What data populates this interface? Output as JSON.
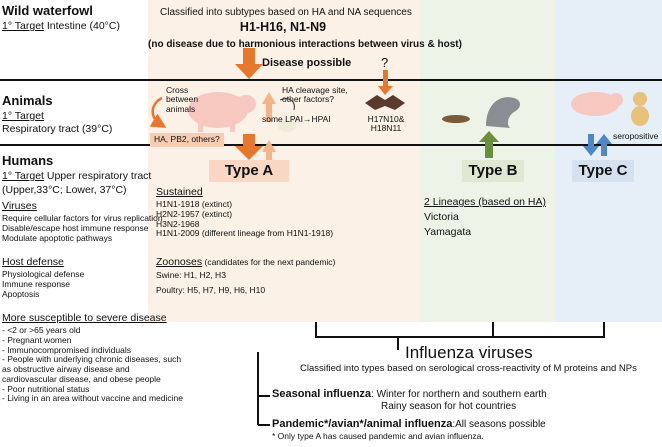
{
  "waterfowl": {
    "title": "Wild waterfowl",
    "target_prefix": "1° Target",
    "target_rest": " Intestine (40°C)",
    "classified": "Classified into subtypes based on HA and NA sequences",
    "subtypes": "H1-H16, N1-N9",
    "no_disease": "(no disease due to harmonious interactions between virus & host)"
  },
  "animals": {
    "title": "Animals",
    "target_prefix": "1° Target",
    "target_rest": "Respiratory tract (39°C)",
    "disease_possible": "Disease possible",
    "cross": "Cross between animals",
    "cleavage": "HA cleavage site, other factors?",
    "lpai": "some LPAI→HPAI",
    "orange_box": "HA, PB2, others?",
    "bat_label": "H17N10& H18N11",
    "question": "?",
    "seropositive": "seropositive"
  },
  "humans": {
    "title": "Humans",
    "target_prefix": "1° Target",
    "target_rest": " Upper respiratory tract",
    "target_rest2": "(Upper,33°C; Lower, 37°C)",
    "viruses_title": "Viruses",
    "viruses_items": [
      "Require cellular factors for virus replication",
      "Disable/escape host immune response",
      "Modulate apoptotic pathways"
    ],
    "host_title": "Host defense",
    "host_items": [
      "Physiological defense",
      "Immune response",
      "Apoptosis"
    ],
    "suscept_title": "More susceptible to severe disease",
    "suscept_items": [
      "- <2 or >65 years old",
      "- Pregnant women",
      "- Immunocompromised individuals",
      "- People with underlying chronic diseases, such",
      "as obstructive airway disease and",
      "cardiovascular disease, and obese people",
      "- Poor nutritional status",
      "- Living in an area without vaccine and medicine"
    ]
  },
  "typeA": {
    "label": "Type A",
    "sustained_title": "Sustained",
    "sustained_items": [
      "H1N1-1918 (extinct)",
      "H2N2-1957 (extinct)",
      "H3N2-1968",
      "H1N1-2009 (different lineage from H1N1-1918)"
    ],
    "zoonoses_title": "Zoonoses",
    "zoonoses_rest": " (candidates for the next pandemic)",
    "swine": "Swine: H1, H2, H3",
    "poultry": "Poultry: H5, H7, H9, H6, H10"
  },
  "typeB": {
    "label": "Type B",
    "lineages": "2 Lineages (based on HA)",
    "items": [
      "Victoria",
      "Yamagata"
    ]
  },
  "typeC": {
    "label": "Type C"
  },
  "bottom": {
    "title": "Influenza viruses",
    "classified": "Classified into types based on serological  cross-reactivity of M proteins and NPs",
    "seasonal_title": "Seasonal influenza",
    "seasonal_text": ": Winter for northern and southern earth",
    "seasonal_text2": "Rainy season for hot countries",
    "pandemic_title": "Pandemic*/avian*/animal influenza",
    "pandemic_text": ":All seasons possible",
    "footnote": "* Only type A has caused pandemic and avian influenza."
  },
  "colors": {
    "orange": "#e8772e",
    "light_orange": "#f3b488",
    "green": "#6b8e3a",
    "blue": "#4f86c6"
  }
}
